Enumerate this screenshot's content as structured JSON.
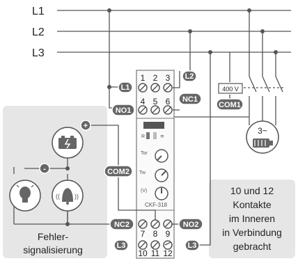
{
  "lines": [
    "L1",
    "L2",
    "L3"
  ],
  "terminals": {
    "top_row_1": [
      "1",
      "2",
      "3"
    ],
    "top_row_2": [
      "4",
      "5",
      "6"
    ],
    "bottom_row_1": [
      "7",
      "8",
      "9"
    ],
    "bottom_row_2": [
      "10",
      "11",
      "12"
    ]
  },
  "tags": {
    "l1": "L1",
    "l2": "L2",
    "nc1": "NC1",
    "no1": "NO1",
    "com1": "COM1",
    "com2": "COM2",
    "nc2": "NC2",
    "no2": "NO2",
    "l3_left": "L3",
    "l3_right": "L3"
  },
  "voltage": "400 V",
  "motor": "3~",
  "device": {
    "name": "CKF-318",
    "led_r": "R",
    "led_mark": "≋",
    "knob1": "Tor",
    "knob2": "Tw",
    "knob3": "(V)"
  },
  "power_plus": "+",
  "power_minus": "-",
  "fault_label_line1": "Fehler-",
  "fault_label_line2": "signalisierung",
  "note_lines": [
    "10 und 12",
    "Kontakte",
    "im Inneren",
    "in Verbindung",
    "gebracht"
  ],
  "colors": {
    "tag": "#666666",
    "wire": "#555555",
    "panel": "#e6e6e6"
  }
}
